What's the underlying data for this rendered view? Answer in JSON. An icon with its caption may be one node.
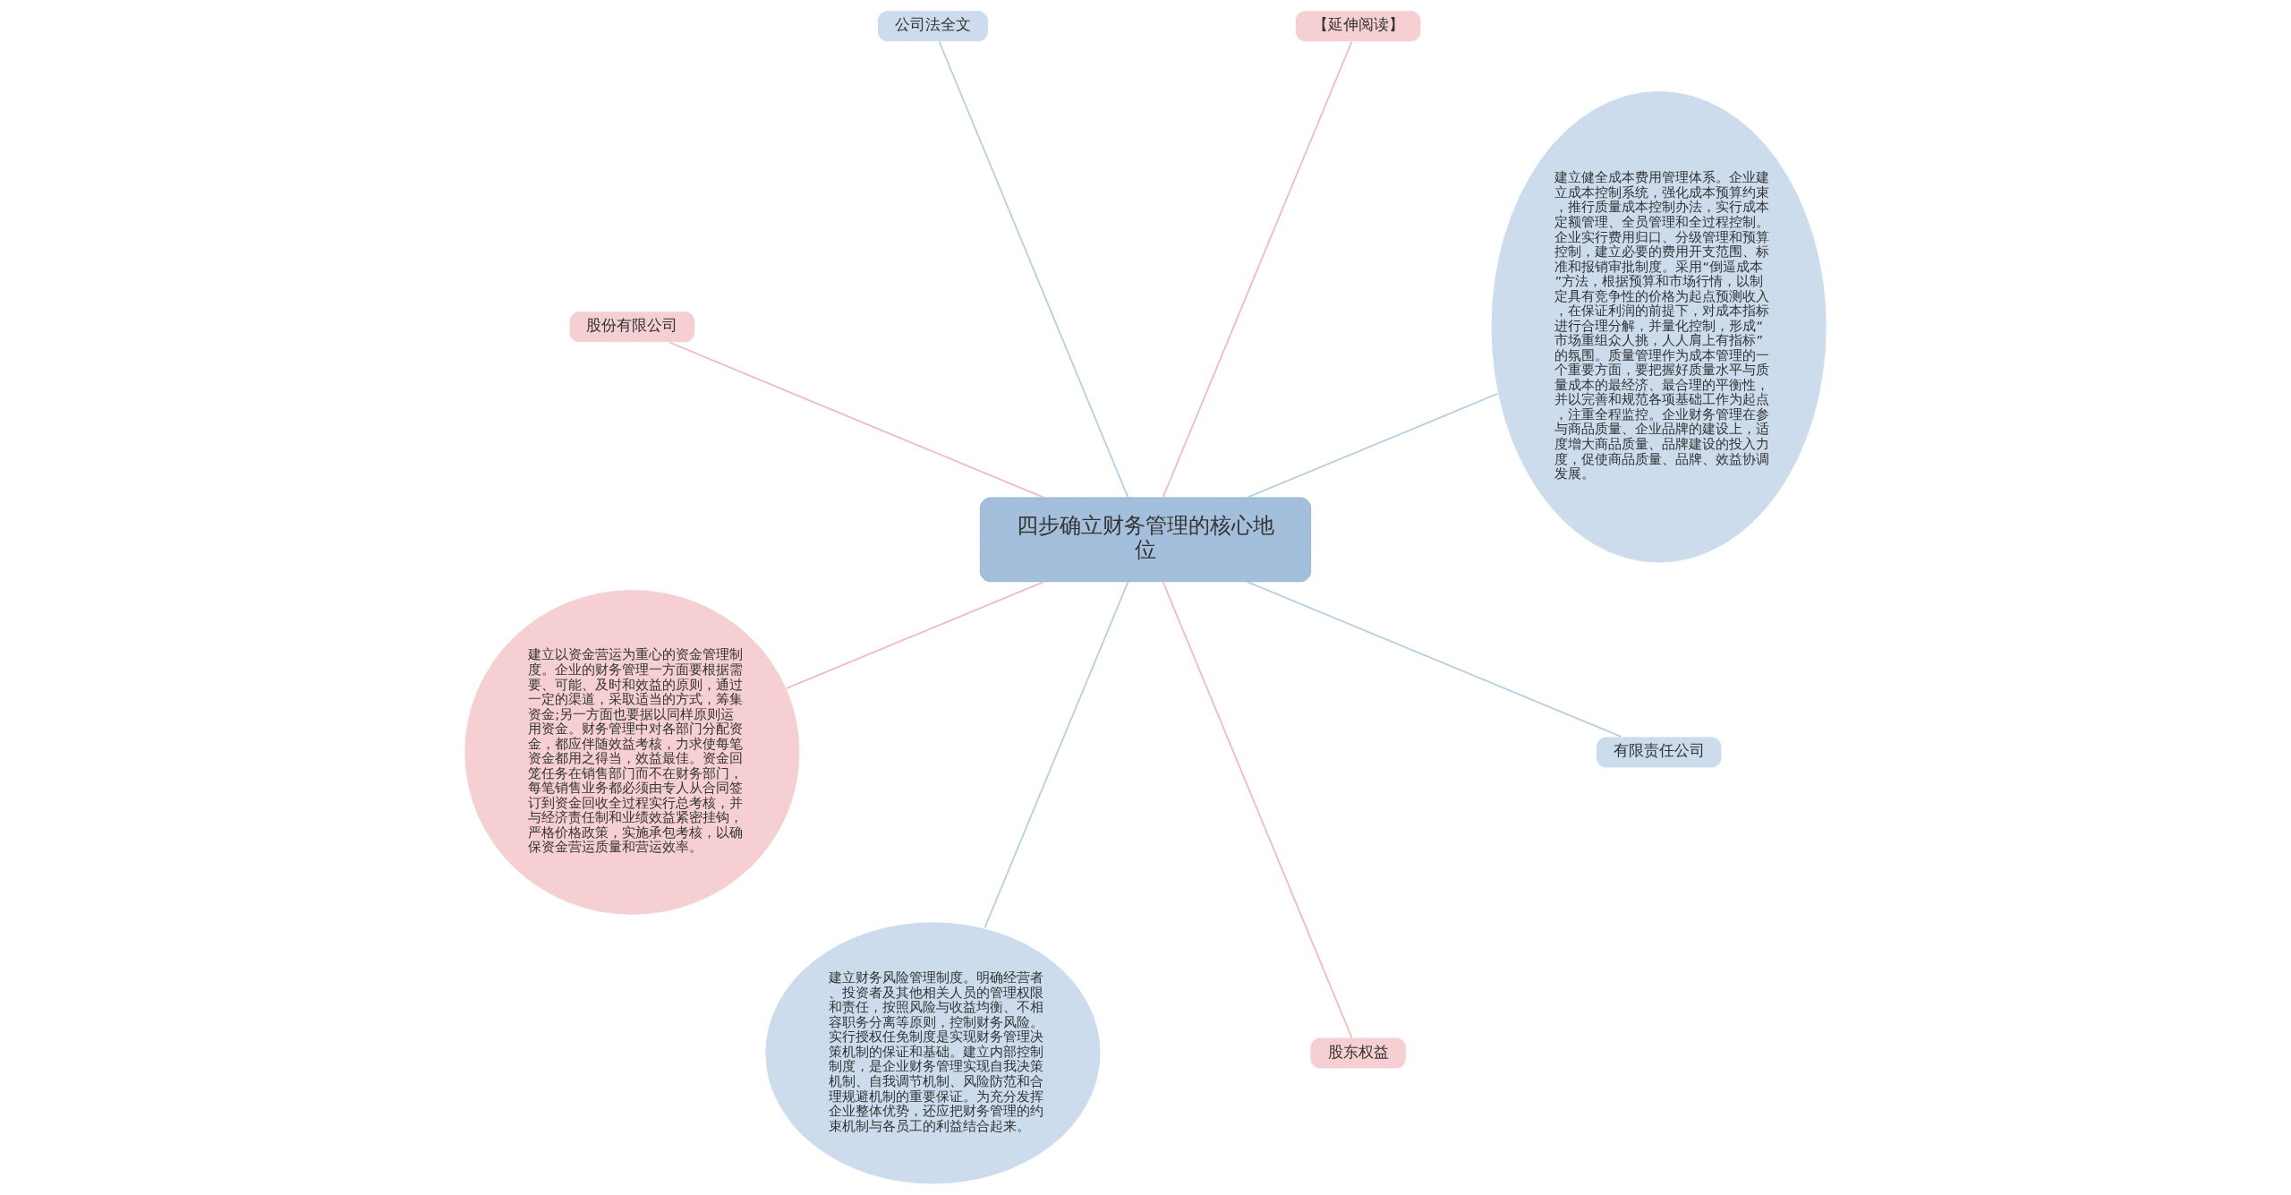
{
  "diagram": {
    "nodes": [
      {
        "text": [
          "四步确立财务管理的核心地位"
        ]
      },
      {
        "text": [
          "建立健全成本费用管理体系。企业建立成本控制系统，强化成本预算约束，推行质量成本控制办法，实行成本定额管理、全员管理和全过程控制。企业实行费用归口、分级管理和预算控制，建立必要的费用开支范围、标准和报销审批制度。采用“倒逼成本”方法，根据预算和市场行情，以制定具有竞争性的价格为起点预测收入，在保证利润的前提下，对成本指标进行合理分解，并量化控制，形成“市场重组众人挑，人人肩上有指标”的氛围。质量管理作为成本管理的一个重要方面，要把握好质量水平与质量成本的最经济、最合理的平衡性，并以完善和规范各项基础工作为起点，注重全程监控。企业财务管理在参与商品质量、企业品牌的建设上，适度增大商品质量、品牌建设的投入力度，促使商品质量、品牌、效益协调发展。"
        ]
      },
      {
        "text": [
          "【延伸阅读】"
        ]
      },
      {
        "text": [
          "公司法全文"
        ]
      },
      {
        "text": [
          "股份有限公司"
        ]
      },
      {
        "text": [
          "建立以资金营运为重心的资金管理制度。企业的财务管理一方面要根据需要、可能、及时和效益的原则，通过一定的渠道，采取适当的方式，筹集资金;另一方面也要据以同样原则运用资金。财务管理中对各部门分配资金，都应伴随效益考核，力求使每笔资金都用之得当，效益最佳。资金回笼任务在销售部门而不在财务部门，每笔销售业务都必须由专人从合同签订到资金回收全过程实行总考核，并与经济责任制和业绩效益紧密挂钩，严格价格政策，实施承包考核，以确保资金营运质量和营运效率。"
        ]
      },
      {
        "text": [
          "建立财务风险管理制度。明确经营者、投资者及其他相关人员的管理权限和责任，按照风险与收益均衡、不相容职务分离等原则，控制财务风险。实行授权任免制度是实现财务管理决策机制的保证和基础。建立内部控制制度，是企业财务管理实现自我决策机制、自我调节机制、风险防范和合理规避机制的重要保证。为充分发挥企业整体优势，还应把财务管理的约束机制与各员工的利益结合起来。"
        ]
      },
      {
        "text": [
          "股东权益"
        ]
      },
      {
        "text": [
          "有限责任公司"
        ]
      }
    ],
    "edges": [
      {
        "from": 0,
        "to": 1,
        "arrow": "none",
        "color": "#b9cfe2"
      },
      {
        "from": 0,
        "to": 2,
        "arrow": "none",
        "color": "#f0bcc0"
      },
      {
        "from": 0,
        "to": 3,
        "arrow": "none",
        "color": "#b9cfe2"
      },
      {
        "from": 0,
        "to": 4,
        "arrow": "none",
        "color": "#f0bcc0"
      },
      {
        "from": 0,
        "to": 5,
        "arrow": "none",
        "color": "#f0bcc0"
      },
      {
        "from": 0,
        "to": 6,
        "arrow": "none",
        "color": "#b9cfe2"
      },
      {
        "from": 0,
        "to": 7,
        "arrow": "none",
        "color": "#f0bcc0"
      },
      {
        "from": 0,
        "to": 8,
        "arrow": "none",
        "color": "#b9cfe2"
      }
    ]
  }
}
